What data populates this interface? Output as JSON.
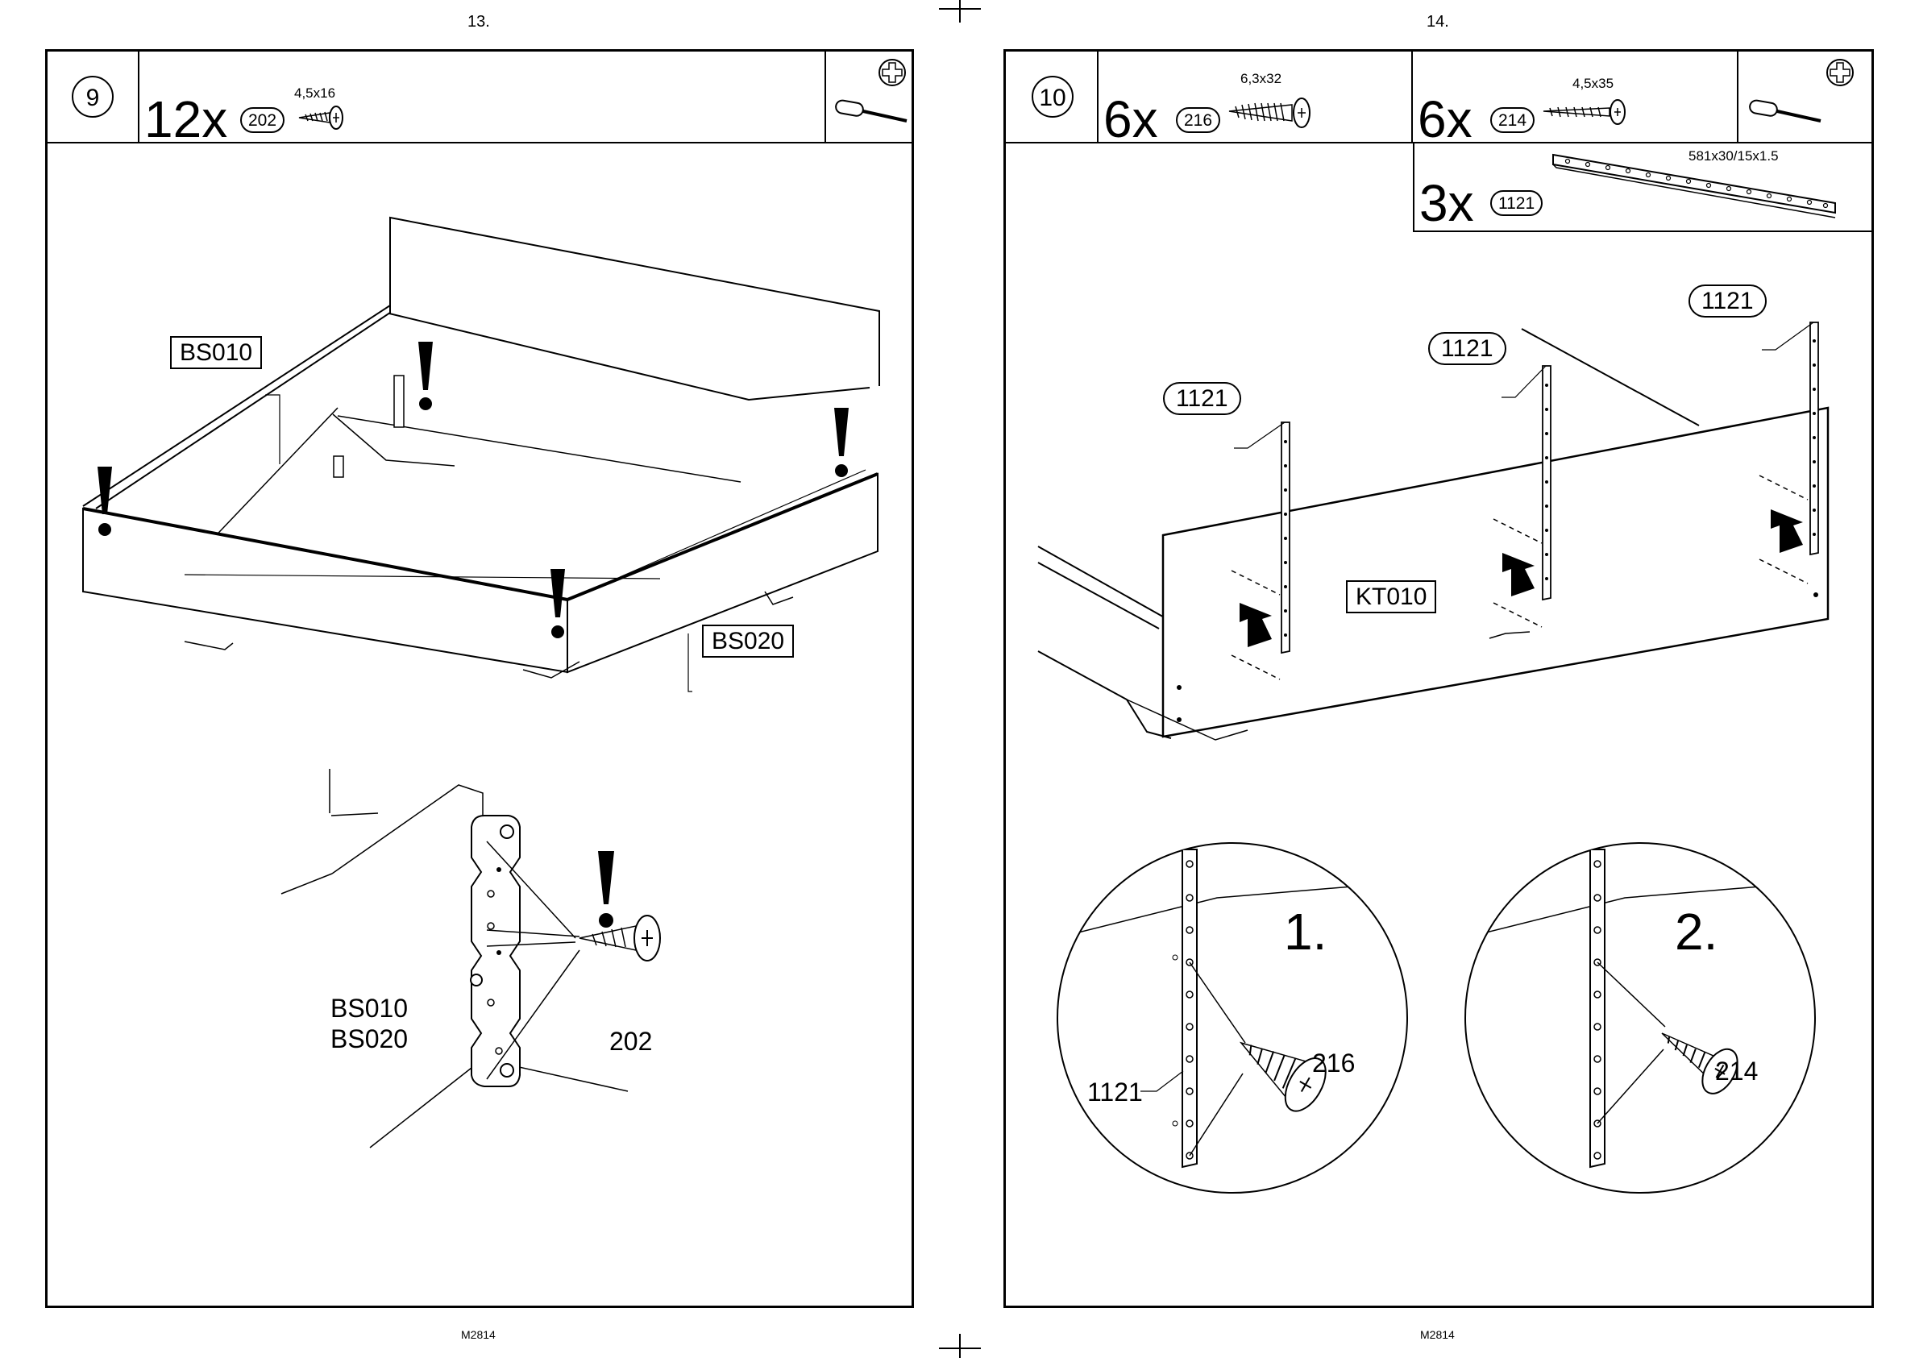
{
  "pages": [
    {
      "number": "13.",
      "footer": "M2814",
      "step": {
        "number": "9",
        "parts": [
          {
            "qty": "12x",
            "id": "202",
            "dim": "4,5x16"
          }
        ],
        "labels": {
          "bs010_top": "BS010",
          "bs020": "BS020",
          "bs010_detail": "BS010",
          "bs020_detail": "BS020",
          "screw_detail": "202"
        }
      },
      "icons": [
        "screwdriver-icon",
        "phillips-icon",
        "screw-icon",
        "exclamation-icon"
      ]
    },
    {
      "number": "14.",
      "footer": "M2814",
      "step": {
        "number": "10",
        "parts": [
          {
            "qty": "6x",
            "id": "216",
            "dim": "6,3x32"
          },
          {
            "qty": "6x",
            "id": "214",
            "dim": "4,5x35"
          },
          {
            "qty": "3x",
            "id": "1121",
            "dim": "581x30/15x1.5"
          }
        ],
        "labels": {
          "rail_a": "1121",
          "rail_b": "1121",
          "rail_c": "1121",
          "kt010": "KT010",
          "detail1_num": "1.",
          "detail2_num": "2.",
          "detail1_rail": "1121",
          "detail1_screw": "216",
          "detail2_screw": "214"
        }
      },
      "icons": [
        "screwdriver-icon",
        "phillips-icon",
        "screw-icon",
        "rail-icon",
        "arrow-icon"
      ]
    }
  ]
}
